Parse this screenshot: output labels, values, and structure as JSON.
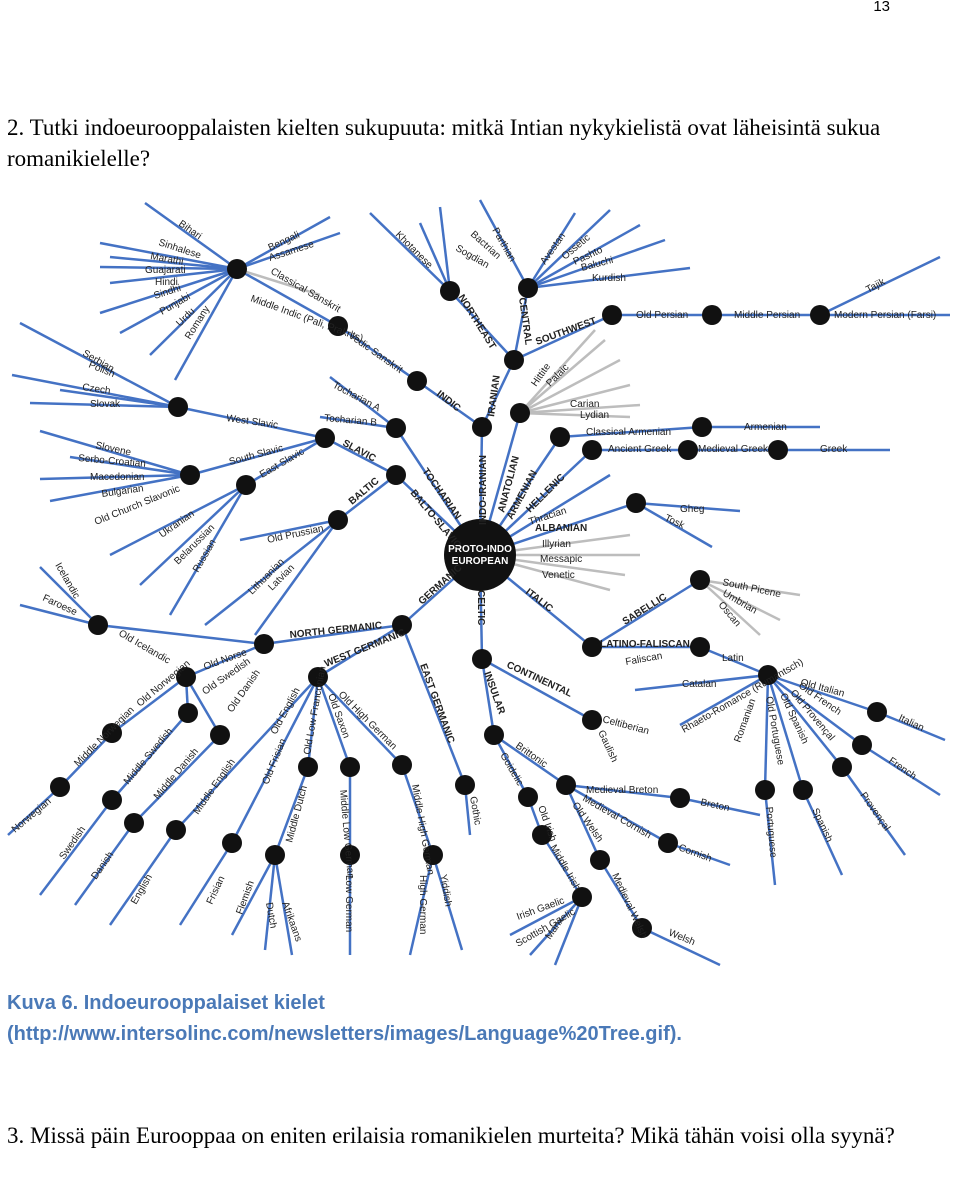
{
  "page_number": "13",
  "question2": "2. Tutki indoeurooppalaisten kielten sukupuuta: mitkä Intian nykykielistä ovat läheisintä sukua romanikielelle?",
  "caption": {
    "line1": "Kuva 6. Indoeurooppalaiset kielet",
    "line2": "(http://www.intersolinc.com/newsletters/images/Language%20Tree.gif)."
  },
  "question3": "3. Missä päin Eurooppaa on eniten erilaisia romanikielen murteita? Mikä tähän voisi olla syynä?",
  "tree": {
    "root_line1": "PROTO-INDO",
    "root_line2": "EUROPEAN",
    "branches": [
      "INDO-IRANIAN",
      "IRANIAN",
      "INDIC",
      "NORTHEAST",
      "CENTRAL",
      "SOUTHWEST",
      "ANATOLIAN",
      "ARMENIAN",
      "HELLENIC",
      "ALBANIAN",
      "ITALIC",
      "SABELLIC",
      "LATINO-FALISCAN",
      "CELTIC",
      "CONTINENTAL",
      "INSULAR",
      "GERMANIC",
      "NORTH GERMANIC",
      "WEST GERMANIC",
      "EAST GERMANIC",
      "BALTO-SLAVIC",
      "BALTIC",
      "SLAVIC",
      "TOCHARIAN"
    ],
    "languages": {
      "indic_modern": [
        "Bihari",
        "Sinhalese",
        "Marathi",
        "Guajarati",
        "Hindi",
        "Sindhi",
        "Punjabi",
        "Urdu",
        "Romany",
        "Bengali",
        "Assamese"
      ],
      "indic_old": [
        "Classical Sanskrit",
        "Middle Indic (Pali, Prakrits)",
        "Vedic Sanskrit"
      ],
      "iranian": [
        "Khotanese",
        "Bactrian",
        "Sogdian",
        "Parthian",
        "Avestan",
        "Ossetic",
        "Pashto",
        "Baluchi",
        "Kurdish",
        "Old Persian",
        "Middle Persian",
        "Modern Persian (Farsi)",
        "Tajik"
      ],
      "anatolian": [
        "Hittite",
        "Palaic",
        "Carian",
        "Lydian"
      ],
      "armenian": [
        "Classical Armenian",
        "Armenian"
      ],
      "hellenic": [
        "Ancient Greek",
        "Medieval Greek",
        "Greek"
      ],
      "other": [
        "Thracian",
        "Illyrian",
        "Messapic",
        "Venetic",
        "Gheg",
        "Tosk"
      ],
      "sabellic": [
        "South Picene",
        "Umbrian",
        "Oscan"
      ],
      "latino_faliscan": [
        "Faliscan",
        "Latin",
        "Catalan",
        "Rhaeto-Romance (Rumantsch)",
        "Romanian",
        "Old Portuguese",
        "Old Spanish",
        "Old Provençal",
        "Old French",
        "Old Italian",
        "Italian",
        "French",
        "Provençal",
        "Spanish",
        "Portuguese"
      ],
      "celtic": [
        "Celtiberian",
        "Gaulish",
        "Brittonic",
        "Goidelic",
        "Medieval Breton",
        "Breton",
        "Medieval Cornish",
        "Cornish",
        "Old Welsh",
        "Medieval Welsh",
        "Welsh",
        "Old Irish",
        "Middle Irish",
        "Irish Gaelic",
        "Scottish Gaelic",
        "Manx"
      ],
      "germanic": [
        "Old Norse",
        "Old Swedish",
        "Old Danish",
        "Old Icelandic",
        "Icelandic",
        "Faroese",
        "Old Norwegian",
        "Middle Norwegian",
        "Norwegian",
        "Middle Swedish",
        "Swedish",
        "Middle Danish",
        "Danish",
        "Old English",
        "Middle English",
        "English",
        "Old Frisian",
        "Frisian",
        "Old Low Franconian",
        "Middle Dutch",
        "Flemish",
        "Dutch",
        "Afrikaans",
        "Old Saxon",
        "Middle Low German",
        "Low German",
        "Old High German",
        "Middle High German",
        "High German",
        "Yiddish",
        "Gothic"
      ],
      "slavic": [
        "Serbian",
        "Polish",
        "Czech",
        "Slovak",
        "West Slavic",
        "Slovene",
        "Serbo-Croatian",
        "Macedonian",
        "Bulgarian",
        "Old Church Slavonic",
        "South Slavic",
        "East Slavic",
        "Ukranian",
        "Belarussian",
        "Russian"
      ],
      "baltic": [
        "Old Prussian",
        "Lithuanian",
        "Latvian"
      ],
      "tocharian": [
        "Tocharian A",
        "Tocharian B"
      ]
    }
  }
}
